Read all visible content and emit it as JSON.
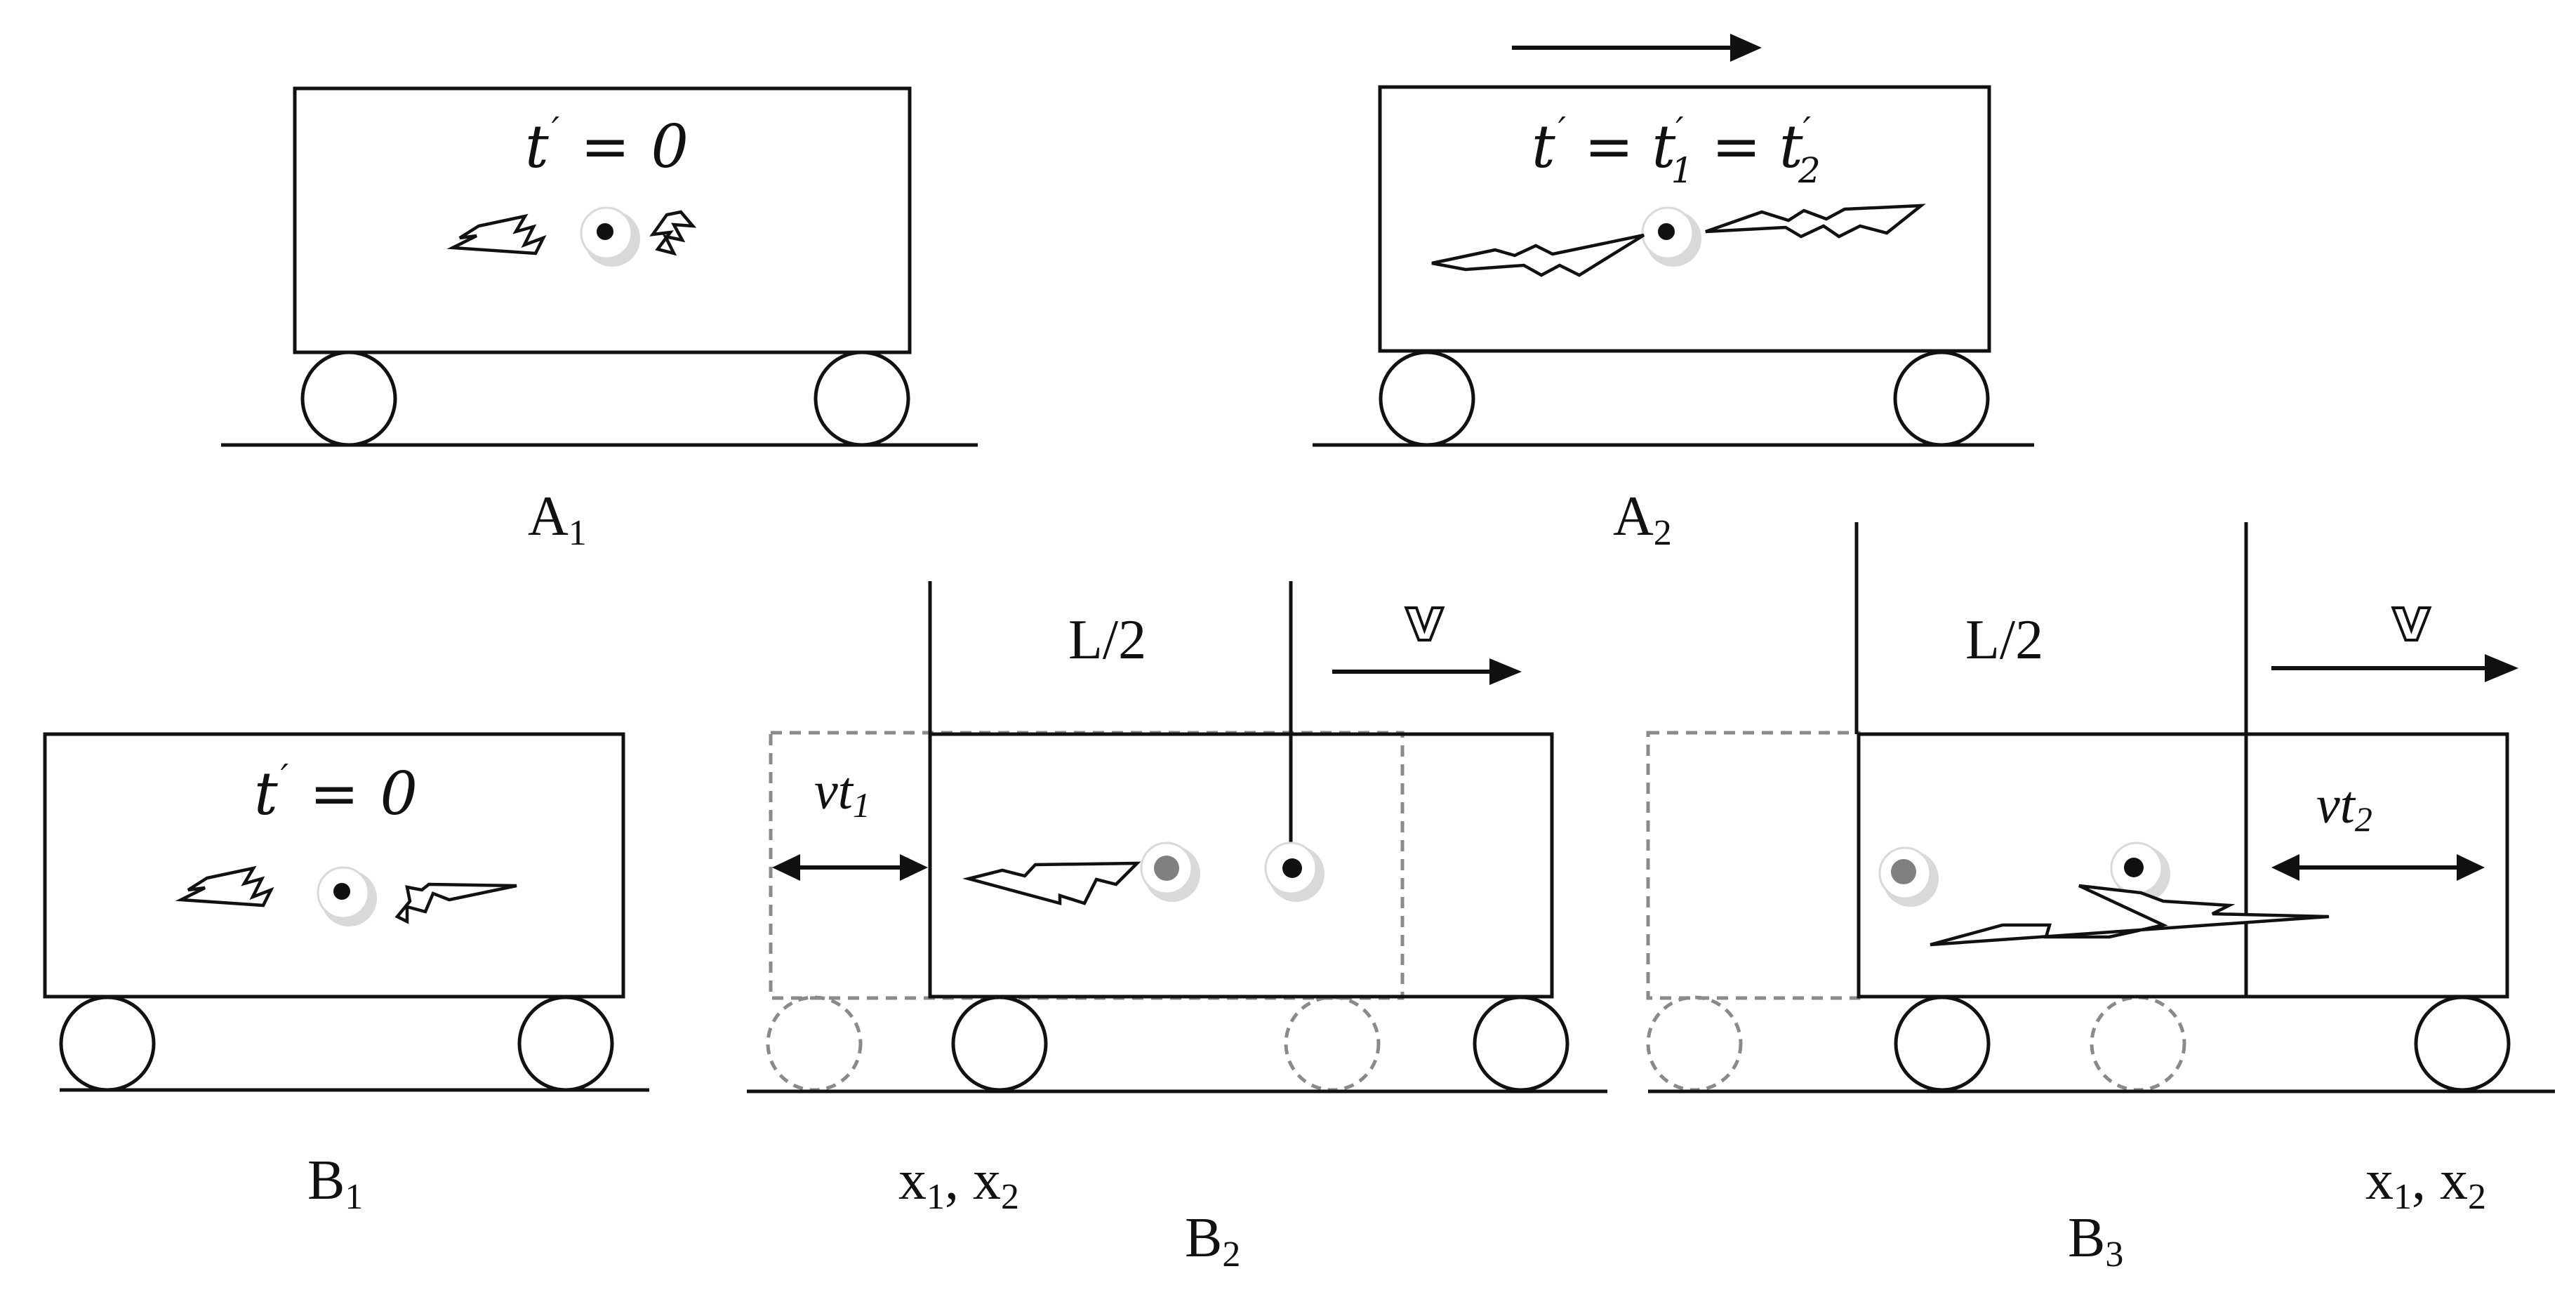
{
  "panels": {
    "A1": {
      "label": "A",
      "label_sub": "1",
      "time_var": "t",
      "prime": "′",
      "eq_sign": "=",
      "time_value": "0"
    },
    "A2": {
      "label": "A",
      "label_sub": "2",
      "time_var": "t",
      "prime": "′",
      "eq_sign": "=",
      "t1_var": "t",
      "t1_sub": "1",
      "t2_var": "t",
      "t2_sub": "2"
    },
    "B1": {
      "label": "B",
      "label_sub": "1",
      "time_var": "t",
      "prime": "′",
      "eq_sign": "=",
      "time_value": "0"
    },
    "B2": {
      "label": "B",
      "label_sub": "2",
      "half_length": "L/2",
      "velocity_symbol": "v",
      "disp_var": "vt",
      "disp_sub": "1",
      "pos_x1": "x",
      "pos_x1_sub": "1",
      "pos_sep": ", ",
      "pos_x2": "x",
      "pos_x2_sub": "2"
    },
    "B3": {
      "label": "B",
      "label_sub": "3",
      "half_length": "L/2",
      "velocity_symbol": "v",
      "disp_var": "vt",
      "disp_sub": "2",
      "pos_x1": "x",
      "pos_x1_sub": "1",
      "pos_sep": ", ",
      "pos_x2": "x",
      "pos_x2_sub": "2"
    }
  },
  "colors": {
    "ink": "#111111",
    "ghost_outline": "#8a8a8a",
    "source_light_gray": "#d9d9d9",
    "source_dark_gray": "#808080"
  }
}
